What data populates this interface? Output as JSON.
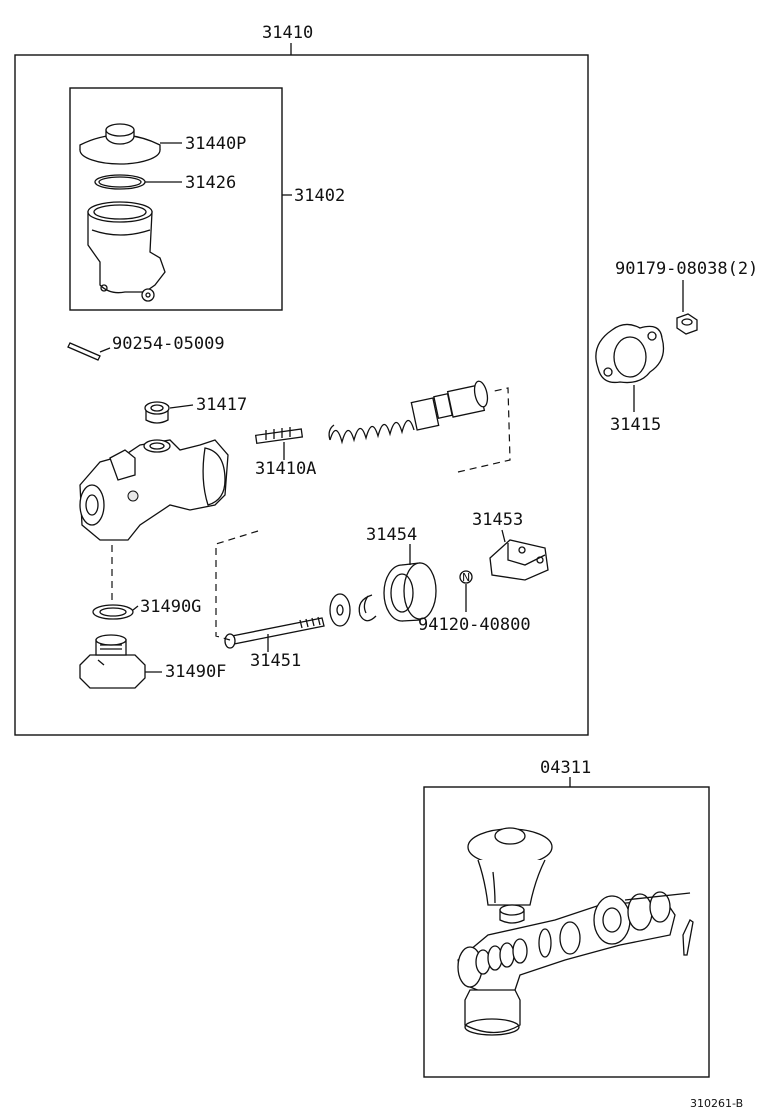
{
  "diagram": {
    "labels": {
      "assembly_main": "31410",
      "cap": "31440P",
      "cap_gasket": "31426",
      "reservoir": "31402",
      "pin": "90254-05009",
      "grommet": "31417",
      "stud": "31410A",
      "nut": "90179-08038(2)",
      "gasket": "31415",
      "boot": "31454",
      "clevis": "31453",
      "clevis_nut": "94120-40800",
      "union_gasket": "31490G",
      "union_plug": "31490F",
      "push_rod": "31451",
      "assembly_kit": "04311",
      "diagram_code": "310261-B"
    },
    "icons": {
      "n_marker": "N"
    }
  }
}
